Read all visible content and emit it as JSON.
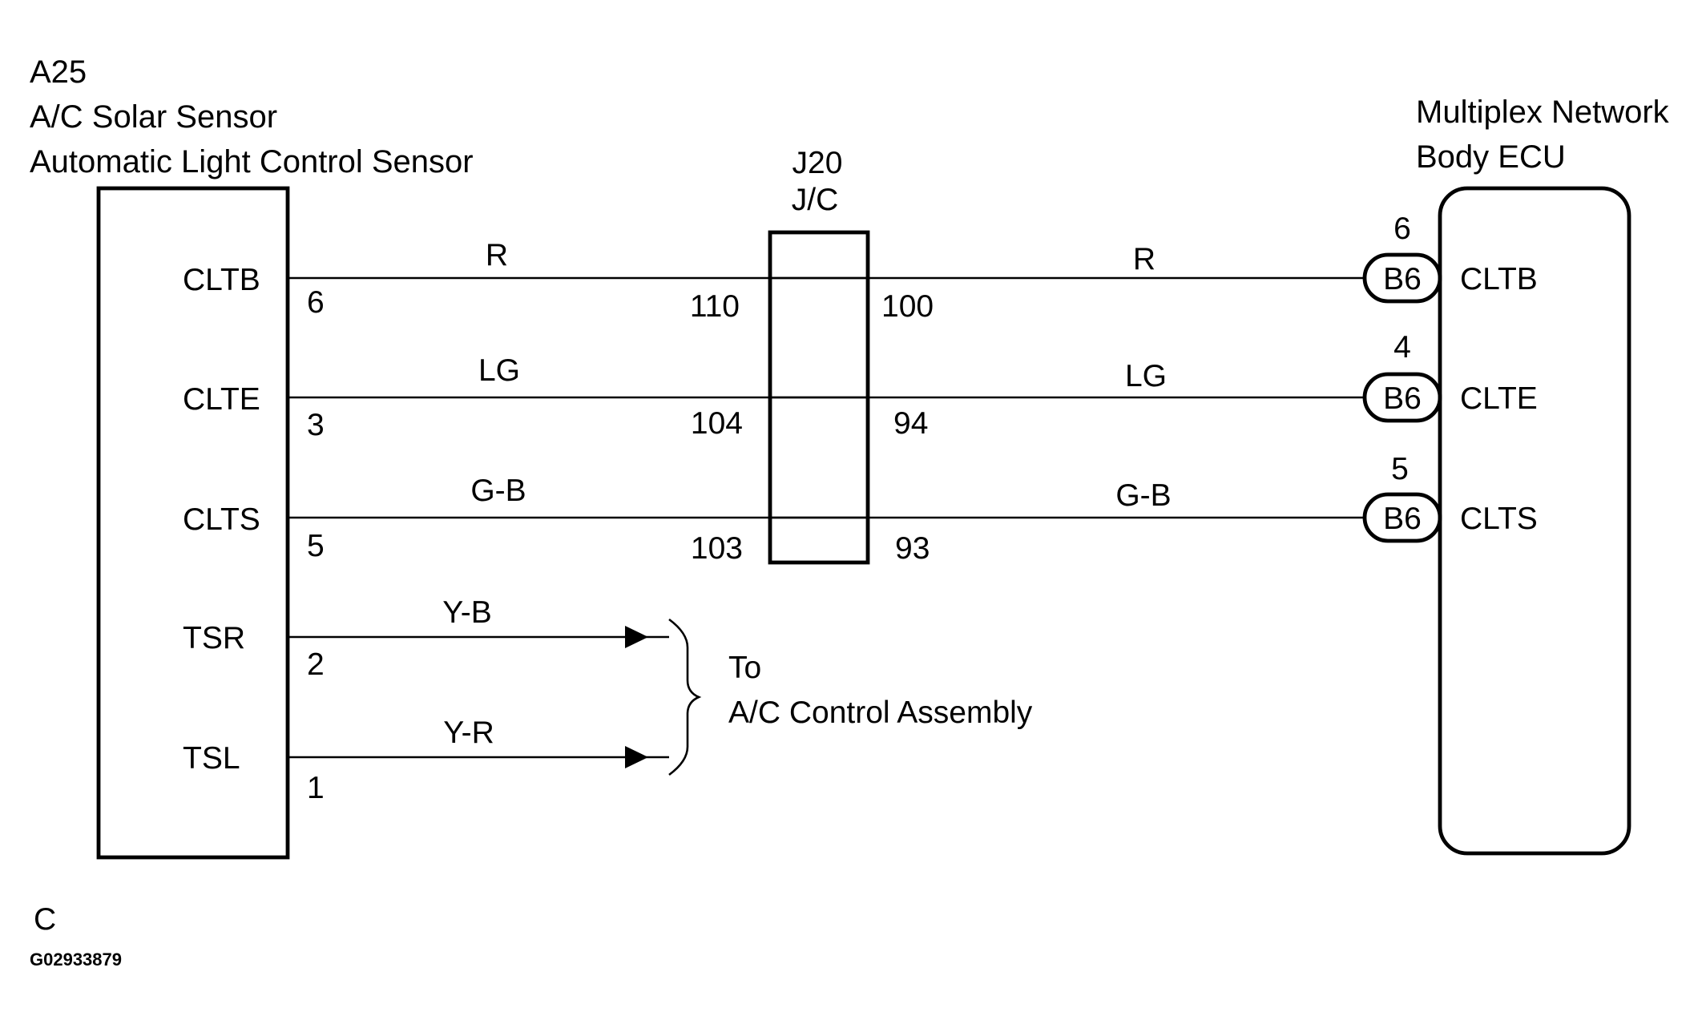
{
  "sensor": {
    "code": "A25",
    "name_line1": "A/C Solar Sensor",
    "name_line2": "Automatic Light Control Sensor",
    "terminals": [
      {
        "name": "CLTB",
        "pin": "6"
      },
      {
        "name": "CLTE",
        "pin": "3"
      },
      {
        "name": "CLTS",
        "pin": "5"
      },
      {
        "name": "TSR",
        "pin": "2"
      },
      {
        "name": "TSL",
        "pin": "1"
      }
    ]
  },
  "junction": {
    "code": "J20",
    "name": "J/C",
    "pins_in": [
      "110",
      "104",
      "103"
    ],
    "pins_out": [
      "100",
      "94",
      "93"
    ]
  },
  "ecu": {
    "name_line1": "Multiplex Network",
    "name_line2": "Body ECU",
    "terminals": [
      {
        "name": "CLTB",
        "pin": "6",
        "connector": "B6"
      },
      {
        "name": "CLTE",
        "pin": "4",
        "connector": "B6"
      },
      {
        "name": "CLTS",
        "pin": "5",
        "connector": "B6"
      }
    ]
  },
  "wires": {
    "left": [
      "R",
      "LG",
      "G-B",
      "Y-B",
      "Y-R"
    ],
    "right": [
      "R",
      "LG",
      "G-B"
    ]
  },
  "destination": {
    "line1": "To",
    "line2": "A/C Control Assembly"
  },
  "footer": {
    "letter": "C",
    "figure_id": "G02933879"
  }
}
